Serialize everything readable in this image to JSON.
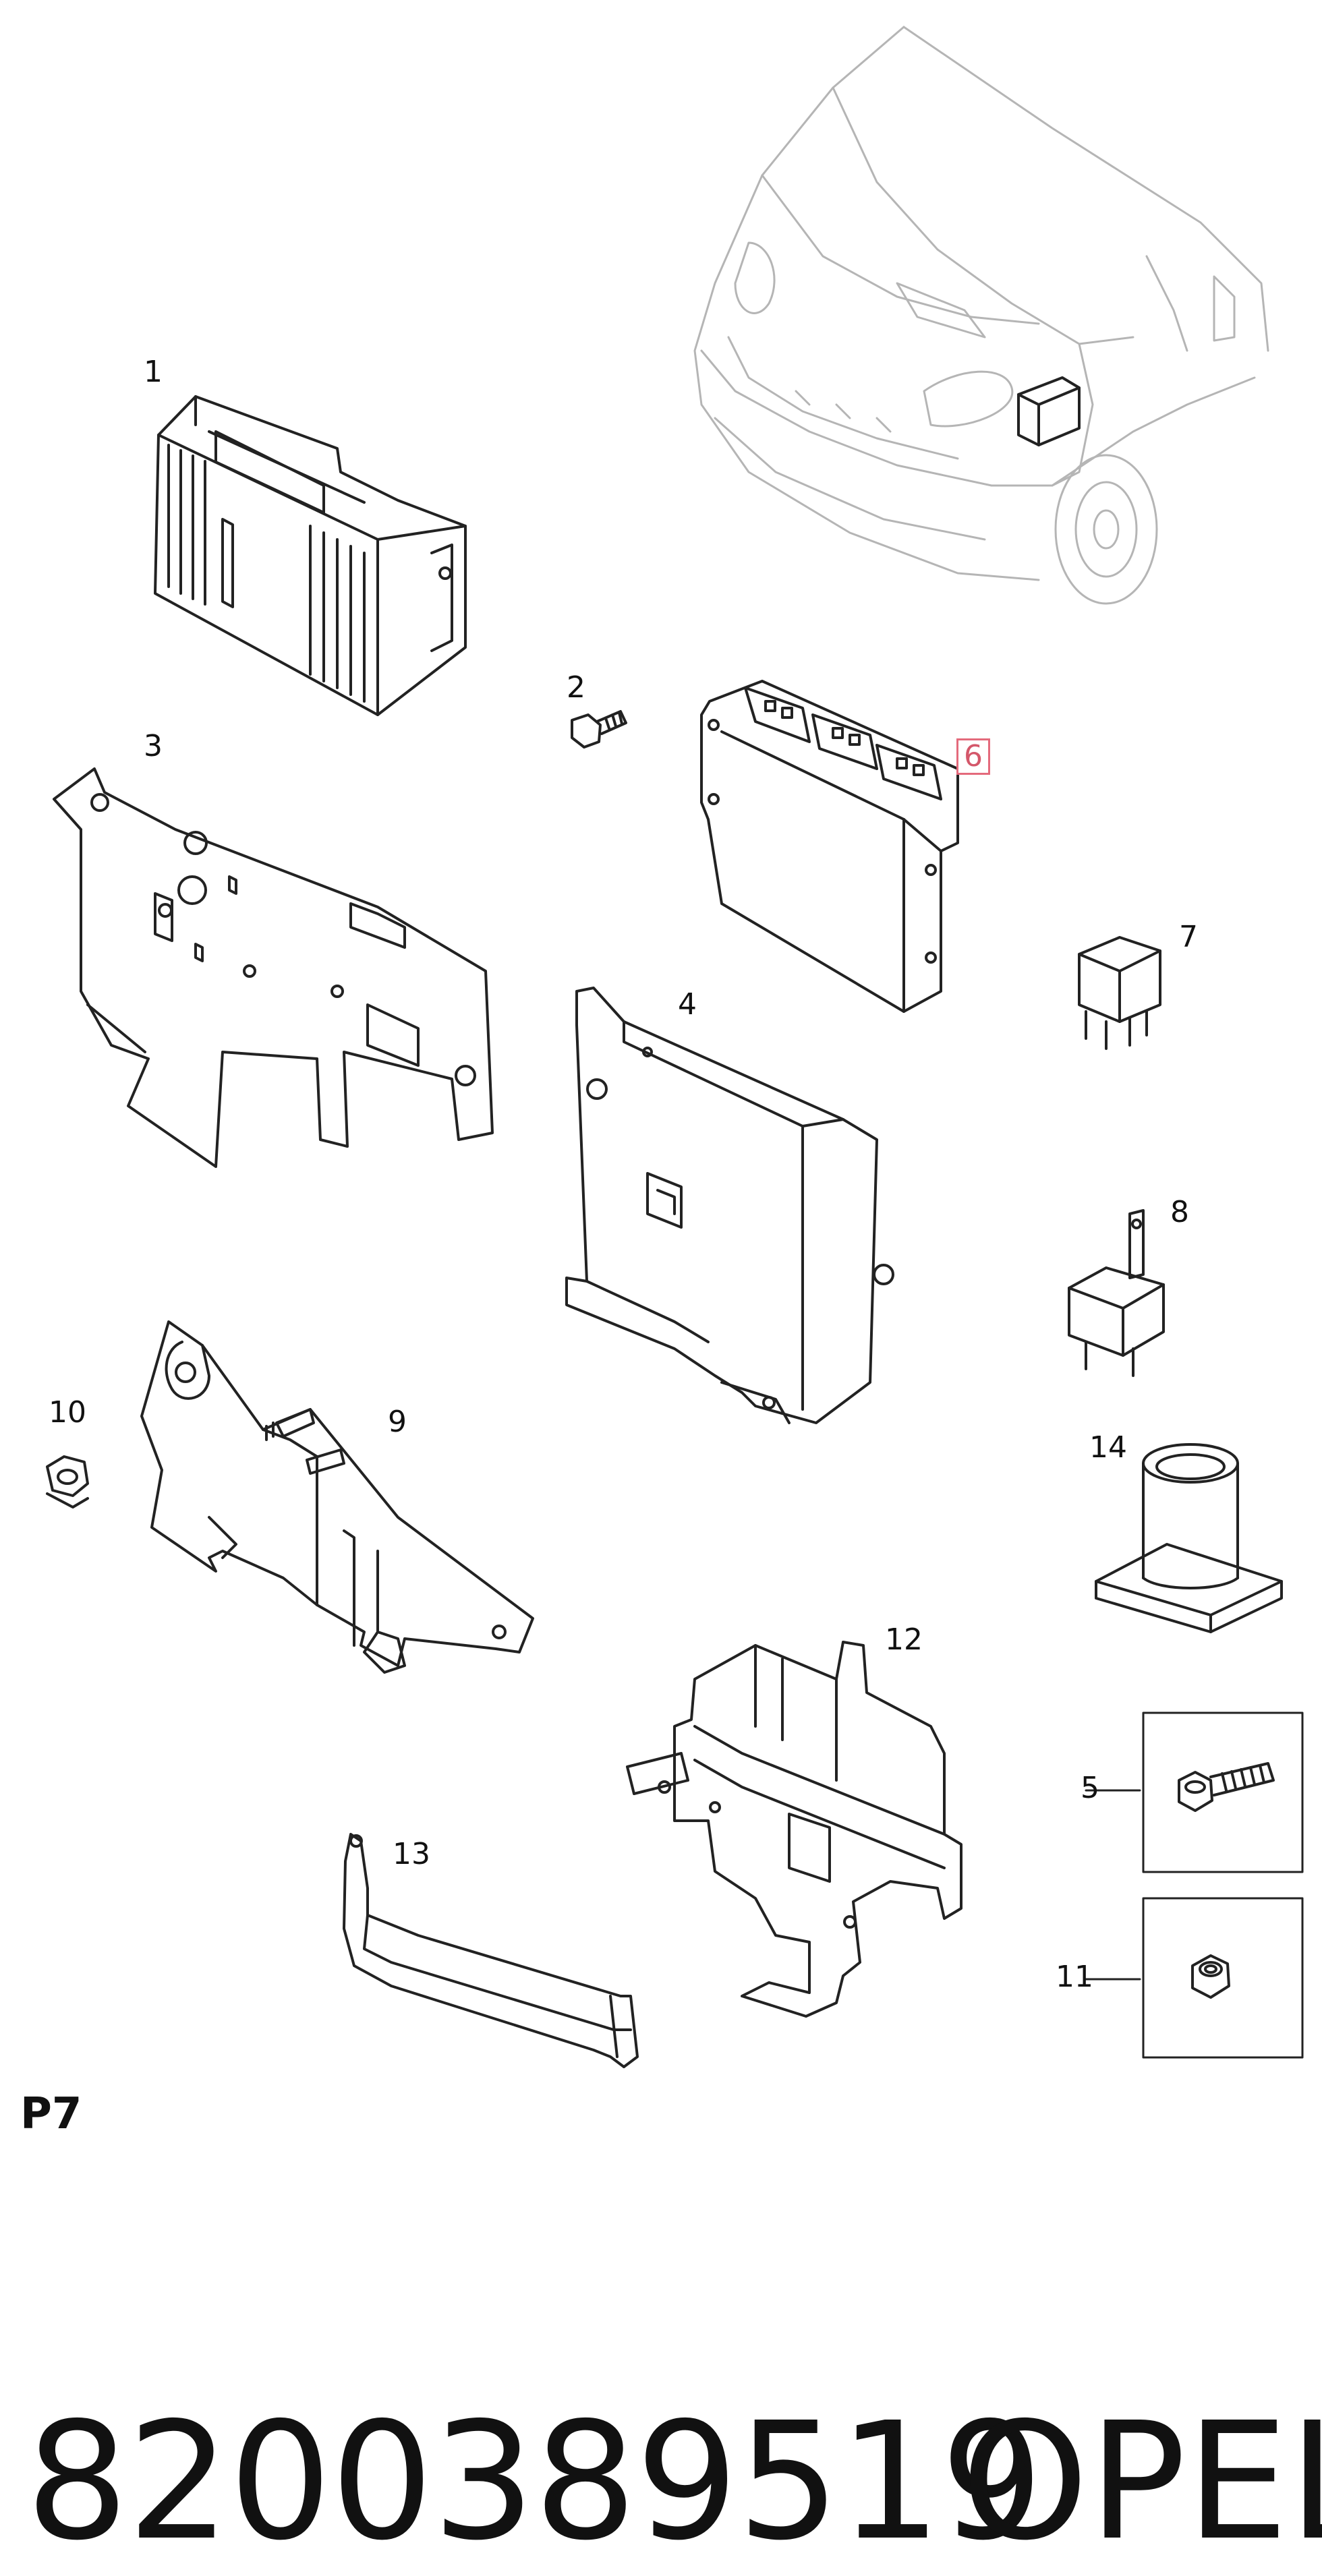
{
  "colors": {
    "line": "#222222",
    "faint": "#b5b5b5",
    "highlight": "#d4576a"
  },
  "parts": [
    {
      "id": "1",
      "label": "1"
    },
    {
      "id": "2",
      "label": "2"
    },
    {
      "id": "3",
      "label": "3"
    },
    {
      "id": "4",
      "label": "4"
    },
    {
      "id": "5",
      "label": "5"
    },
    {
      "id": "6",
      "label": "6",
      "highlighted": true
    },
    {
      "id": "7",
      "label": "7"
    },
    {
      "id": "8",
      "label": "8"
    },
    {
      "id": "9",
      "label": "9"
    },
    {
      "id": "10",
      "label": "10"
    },
    {
      "id": "11",
      "label": "11"
    },
    {
      "id": "12",
      "label": "12"
    },
    {
      "id": "13",
      "label": "13"
    },
    {
      "id": "14",
      "label": "14"
    }
  ],
  "page_label": "P7",
  "part_number": "8200389519",
  "brand": "OPEL"
}
